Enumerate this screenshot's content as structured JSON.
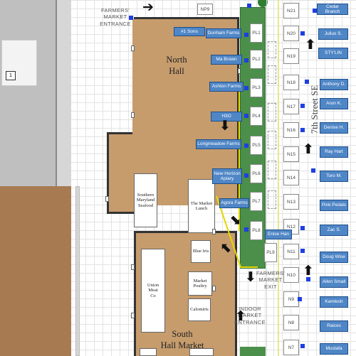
{
  "title": "",
  "halls": {
    "north": {
      "line1": "North",
      "line2": "Hall"
    },
    "south": {
      "line1": "South",
      "line2": "Hall Market"
    }
  },
  "signs": {
    "fm_entrance": {
      "l1": "FARMERS'",
      "l2": "MARKET",
      "l3": "ENTRANCE"
    },
    "fm_exit": {
      "l1": "FARMERS'",
      "l2": "MARKET",
      "l3": "EXIT"
    },
    "indoor_entrance": {
      "l1": "INDOOR",
      "l2": "MARKET",
      "l3": "ENTRANCE"
    }
  },
  "street": "7th Street SE",
  "lot_number": "1",
  "np_slot": "NP9",
  "indoor_vendors": [
    {
      "id": "southern-md-seafood",
      "l1": "Southern",
      "l2": "Maryland",
      "l3": "Seafood"
    },
    {
      "id": "market-lunch",
      "l1": "The Market",
      "l2": "Lunch",
      "l3": ""
    },
    {
      "id": "blue-iris",
      "l1": "Blue Iris",
      "l2": "",
      "l3": ""
    },
    {
      "id": "union-meat",
      "l1": "Union Meat",
      "l2": "Co",
      "l3": ""
    },
    {
      "id": "market-poultry",
      "l1": "Market",
      "l2": "Poultry",
      "l3": ""
    },
    {
      "id": "calomiris",
      "l1": "Calomiris",
      "l2": "",
      "l3": ""
    }
  ],
  "pl_slots": [
    "PL1",
    "PL2",
    "PL3",
    "PL4",
    "PL5",
    "PL6",
    "PL7",
    "PL8",
    "PL9"
  ],
  "n_slots": [
    "N21",
    "N20",
    "N19",
    "N18",
    "N17",
    "N16",
    "N15",
    "N14",
    "N13",
    "N12",
    "N11",
    "N10",
    "N9",
    "N8",
    "N7"
  ],
  "west_vendors": [
    {
      "id": "1-sons",
      "text": "#1 Sons"
    },
    {
      "id": "dunham-farms",
      "text": "Dunham Farms"
    },
    {
      "id": "ma-brown",
      "text": "Ma Brown"
    },
    {
      "id": "ashton-farms",
      "text": "Ashton Farms"
    },
    {
      "id": "h3o",
      "text": "H3O"
    },
    {
      "id": "longmeadow-farms",
      "text": "Longmeadow Farms"
    },
    {
      "id": "new-horizon-apiary",
      "text": "New Horizon Apiary"
    },
    {
      "id": "agora-farms",
      "text": "Agora Farms"
    },
    {
      "id": "enise-han",
      "text": "Enise Han"
    }
  ],
  "east_vendors": [
    {
      "id": "cedar-branch",
      "text": "Cedar Branch"
    },
    {
      "id": "julius-s",
      "text": "Julius S."
    },
    {
      "id": "stylin",
      "text": "STY'LIN"
    },
    {
      "id": "anthony-d",
      "text": "Anthony D."
    },
    {
      "id": "arun-k",
      "text": "Arun K."
    },
    {
      "id": "denise-h",
      "text": "Denise H."
    },
    {
      "id": "ray-hart",
      "text": "Ray Hart"
    },
    {
      "id": "toro-m",
      "text": "Toro M."
    },
    {
      "id": "pink-pedals",
      "text": "Pink Pedals"
    },
    {
      "id": "zac-s",
      "text": "Zac S."
    },
    {
      "id": "doug-wise",
      "text": "Doug Wise"
    },
    {
      "id": "allen-small",
      "text": "Allen Small"
    },
    {
      "id": "kamlesh",
      "text": "Kamlesh"
    },
    {
      "id": "raices",
      "text": "Raices"
    },
    {
      "id": "mustafa",
      "text": "Mustafa"
    }
  ]
}
